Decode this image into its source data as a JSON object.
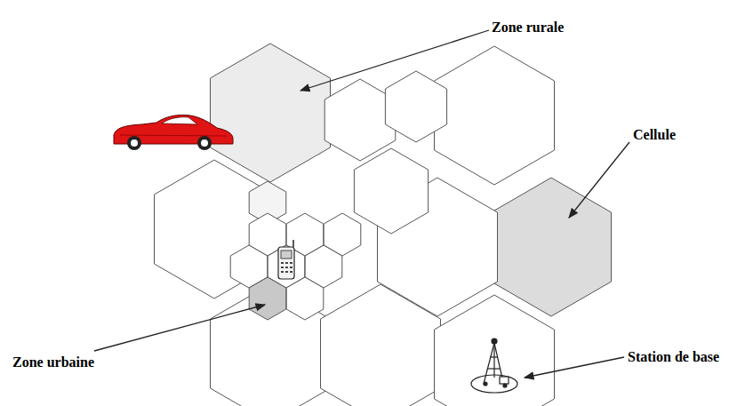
{
  "diagram": {
    "labels": [
      "Zone rurale",
      "Cellule",
      "Zone urbaine",
      "Station de base"
    ]
  }
}
